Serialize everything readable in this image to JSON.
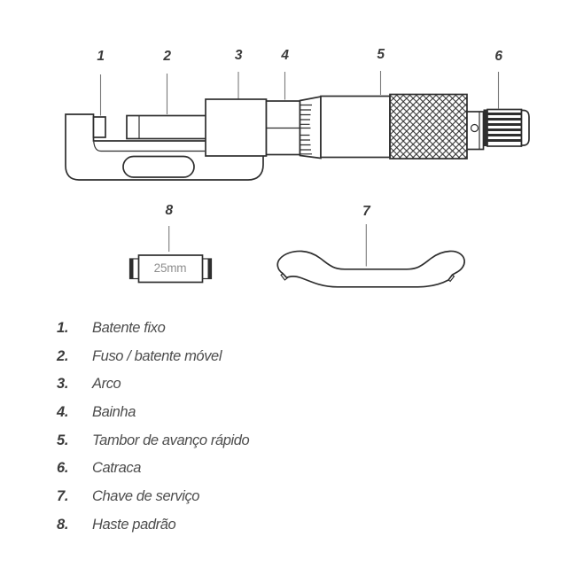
{
  "diagram": {
    "rod_text": "25mm",
    "callouts": [
      {
        "label": "1"
      },
      {
        "label": "2"
      },
      {
        "label": "3"
      },
      {
        "label": "4"
      },
      {
        "label": "5"
      },
      {
        "label": "6"
      },
      {
        "label": "8"
      },
      {
        "label": "7"
      }
    ]
  },
  "legend": {
    "items": [
      {
        "num": "1.",
        "label": "Batente fixo"
      },
      {
        "num": "2.",
        "label": "Fuso / batente móvel"
      },
      {
        "num": "3.",
        "label": "Arco"
      },
      {
        "num": "4.",
        "label": "Bainha"
      },
      {
        "num": "5.",
        "label": "Tambor de avanço rápido"
      },
      {
        "num": "6.",
        "label": "Catraca"
      },
      {
        "num": "7.",
        "label": "Chave de serviço"
      },
      {
        "num": "8.",
        "label": "Haste padrão"
      }
    ]
  },
  "colors": {
    "ink": "#2e2e2e",
    "leader": "#7a7a7a",
    "legend_number": "#3b3b3b",
    "legend_text": "#4d4d4d",
    "muted": "#8e8e8e"
  }
}
